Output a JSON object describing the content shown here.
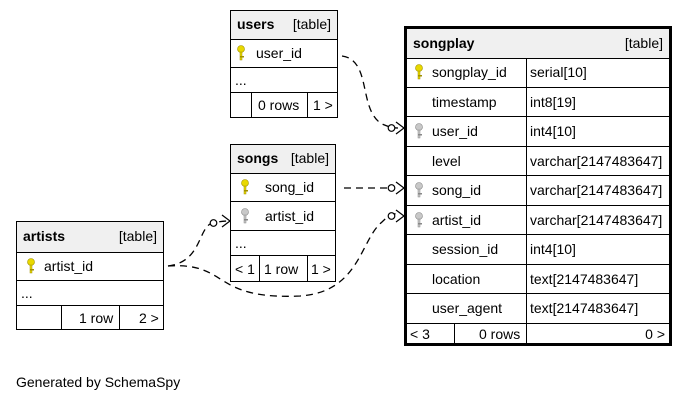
{
  "tables": {
    "users": {
      "name": "users",
      "kind": "[table]",
      "columns": [
        {
          "name": "user_id",
          "key": "primary"
        }
      ],
      "ellipsis": "...",
      "footer": {
        "left": "",
        "mid": "0 rows",
        "right": "1 >"
      }
    },
    "songs": {
      "name": "songs",
      "kind": "[table]",
      "columns": [
        {
          "name": "song_id",
          "key": "primary"
        },
        {
          "name": "artist_id",
          "key": "foreign"
        }
      ],
      "ellipsis": "...",
      "footer": {
        "left": "< 1",
        "mid": "1 row",
        "right": "1 >"
      }
    },
    "artists": {
      "name": "artists",
      "kind": "[table]",
      "columns": [
        {
          "name": "artist_id",
          "key": "primary"
        }
      ],
      "ellipsis": "...",
      "footer": {
        "left": "",
        "mid": "1 row",
        "right": "2 >"
      }
    },
    "songplay": {
      "name": "songplay",
      "kind": "[table]",
      "columns": [
        {
          "name": "songplay_id",
          "type": "serial[10]",
          "key": "primary"
        },
        {
          "name": "timestamp",
          "type": "int8[19]",
          "key": ""
        },
        {
          "name": "user_id",
          "type": "int4[10]",
          "key": "foreign"
        },
        {
          "name": "level",
          "type": "varchar[2147483647]",
          "key": ""
        },
        {
          "name": "song_id",
          "type": "varchar[2147483647]",
          "key": "foreign"
        },
        {
          "name": "artist_id",
          "type": "varchar[2147483647]",
          "key": "foreign"
        },
        {
          "name": "session_id",
          "type": "int4[10]",
          "key": ""
        },
        {
          "name": "location",
          "type": "text[2147483647]",
          "key": ""
        },
        {
          "name": "user_agent",
          "type": "text[2147483647]",
          "key": ""
        }
      ],
      "footer": {
        "left": "< 3",
        "mid": "0 rows",
        "right": "0 >"
      }
    }
  },
  "key_colors": {
    "primary": "#e8d800",
    "foreign": "#b8b8b8"
  },
  "generated_by": "Generated by SchemaSpy"
}
